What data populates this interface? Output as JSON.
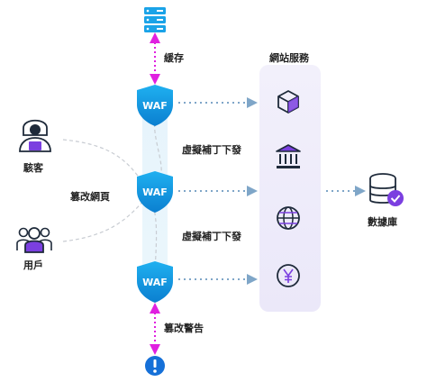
{
  "labels": {
    "cache": "緩存",
    "web_services": "網站服務",
    "hacker": "駭客",
    "tamper_page": "篡改網頁",
    "virtual_patch_1": "虛擬補丁下發",
    "virtual_patch_2": "虛擬補丁下發",
    "user": "用戶",
    "database": "數據庫",
    "tamper_alert": "篡改警告"
  },
  "waf": {
    "label_1": "WAF",
    "label_2": "WAF",
    "label_3": "WAF"
  },
  "colors": {
    "waf_blue": "#1aa3e8",
    "waf_blue_dark": "#0d7fd1",
    "magenta": "#e020e0",
    "dotted_blue": "#7fa6c8",
    "dashed_gray": "#c8ccd2",
    "panel_bg": "#efedfb",
    "panel_mid": "#e8f4fb",
    "purple": "#7b3fe0",
    "dark": "#1e2a3a",
    "alert_blue": "#1570d8",
    "check_purple": "#7b3fe0"
  },
  "icons": {
    "server": "server-icon",
    "cube": "cube-icon",
    "bank": "bank-icon",
    "globe": "globe-icon",
    "yen": "yen-coin-icon",
    "hacker": "hacker-icon",
    "user": "users-icon",
    "database": "database-icon",
    "alert": "alert-icon"
  }
}
